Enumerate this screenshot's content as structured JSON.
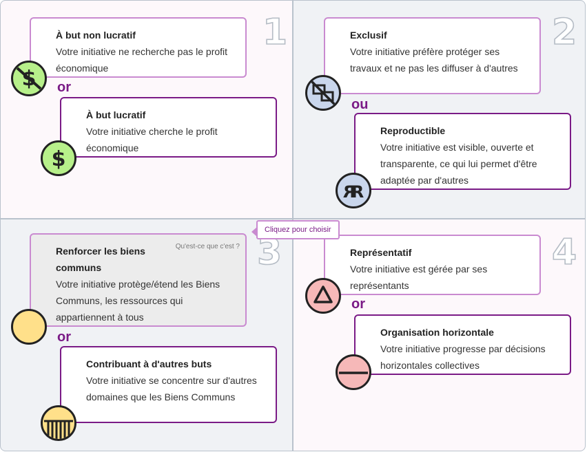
{
  "quadrants": [
    {
      "number": "1",
      "option_a": {
        "title": "À but non lucratif",
        "desc": "Votre initiative ne recherche pas le profit économique"
      },
      "conjunction": "or",
      "option_b": {
        "title": "À but lucratif",
        "desc": "Votre initiative cherche le profit économique"
      }
    },
    {
      "number": "2",
      "option_a": {
        "title": "Exclusif",
        "desc": "Votre initiative préfère protéger ses travaux et ne pas les diffuser à d'autres"
      },
      "conjunction": "ou",
      "option_b": {
        "title": "Reproductible",
        "desc": "Votre initiative est visible, ouverte et transparente, ce qui lui permet d'être adaptée par d'autres"
      }
    },
    {
      "number": "3",
      "option_a": {
        "title": "Renforcer les biens communs",
        "desc": "Votre initiative protège/étend les Biens Communs, les ressources qui appartiennent à tous",
        "help_link": "Qu'est-ce que c'est ?"
      },
      "conjunction": "or",
      "option_b": {
        "title": "Contribuant à d'autres buts",
        "desc": "Votre initiative se concentre sur d'autres domaines que les Biens Communs"
      }
    },
    {
      "number": "4",
      "option_a": {
        "title": "Représentatif",
        "desc": "Votre initiative est gérée par ses représentants"
      },
      "conjunction": "or",
      "option_b": {
        "title": "Organisation horizontale",
        "desc": "Votre initiative progresse par décisions horizontales collectives"
      }
    }
  ],
  "tooltip": {
    "text": "Cliquez pour choisir"
  },
  "icons": [
    {
      "name": "no-dollar-icon",
      "color": "#b7f08a"
    },
    {
      "name": "dollar-icon",
      "color": "#b7f08a"
    },
    {
      "name": "exclusive-icon",
      "color": "#c9d6ec"
    },
    {
      "name": "reproducible-icon",
      "color": "#c9d6ec"
    },
    {
      "name": "circle-icon",
      "color": "#ffe08a"
    },
    {
      "name": "fence-icon",
      "color": "#ffe08a"
    },
    {
      "name": "triangle-icon",
      "color": "#f6b8b8"
    },
    {
      "name": "horizontal-line-icon",
      "color": "#f6b8b8"
    }
  ],
  "colors": {
    "accent": "#7a1a86",
    "border_light": "#c98ad0"
  }
}
